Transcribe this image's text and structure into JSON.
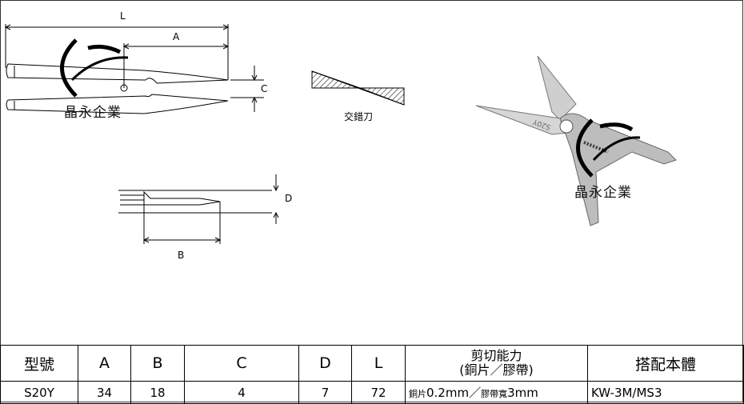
{
  "drawing": {
    "dim_labels": {
      "L": "L",
      "A": "A",
      "B": "B",
      "C": "C",
      "D": "D"
    },
    "blade_type_label": "交錯刀"
  },
  "watermark": {
    "text": "晶永企業"
  },
  "table": {
    "headers": {
      "model": "型號",
      "a": "A",
      "b": "B",
      "c": "C",
      "d": "D",
      "l": "L",
      "capacity_line1": "剪切能力",
      "capacity_line2": "(銅片／膠帶)",
      "fits": "搭配本體"
    },
    "rows": [
      {
        "model": "S20Y",
        "a": "34",
        "b": "18",
        "c": "4",
        "d": "7",
        "l": "72",
        "capacity_prefix": "銅片",
        "capacity_main": "0.2mm／",
        "capacity_tape": "膠帶寬",
        "capacity_tape_val": "3mm",
        "fits": "KW-3M/MS3"
      }
    ]
  },
  "product": {
    "engraving": "S20Y"
  }
}
